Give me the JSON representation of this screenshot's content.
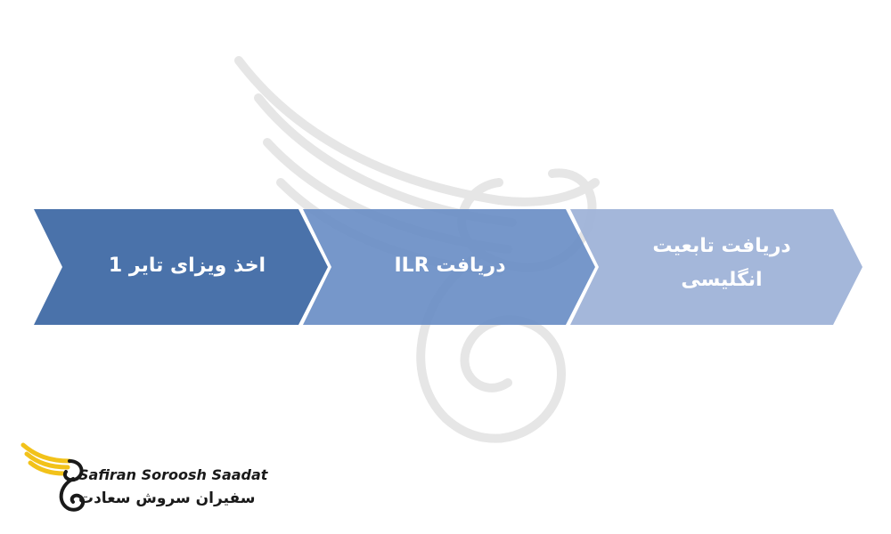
{
  "diagram": {
    "steps": [
      {
        "label": "اخذ ویزای تایر 1",
        "color": "#4a72aa"
      },
      {
        "label": "دریافت ILR",
        "color": "#6a8ec5"
      },
      {
        "label": "دریافت تابعیت انگلیسی",
        "color": "#9fb3d8"
      }
    ]
  },
  "logo": {
    "name_en": "Safiran Soroosh Saadat",
    "name_fa": "سفیران سروش سعادت",
    "wing_color": "#f2c21a",
    "text_color": "#1a1a1a"
  }
}
